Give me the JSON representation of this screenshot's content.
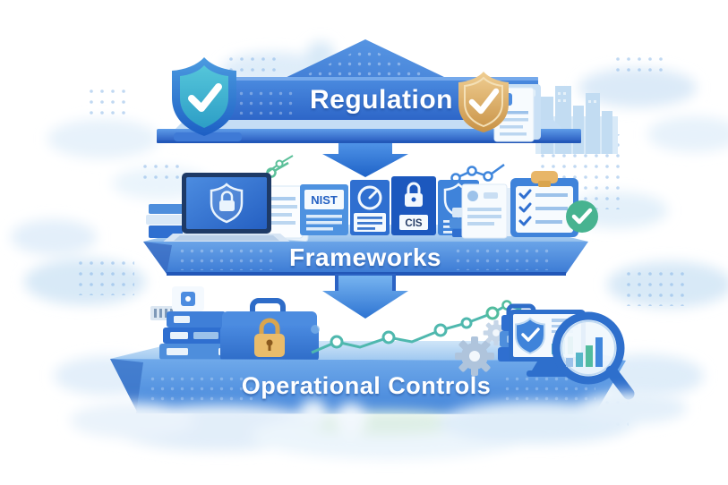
{
  "diagram": {
    "title": "Regulation to Frameworks to Operational Controls hierarchy",
    "type": "tiered-flow-illustration",
    "tiers": [
      {
        "id": "regulation",
        "label": "Regulation"
      },
      {
        "id": "frameworks",
        "label": "Frameworks"
      },
      {
        "id": "operational-controls",
        "label": "Operational Controls"
      }
    ],
    "framework_books": {
      "nist": "NIST",
      "cis": "CIS"
    },
    "icons": [
      "shield-check-icon",
      "gold-certificate-shield-icon",
      "certificate-document-icon",
      "city-skyline-icon",
      "down-arrow-icon",
      "laptop-security-icon",
      "books-stack-icon",
      "documents-icon",
      "nist-book-icon",
      "gauge-book-icon",
      "cis-lock-book-icon",
      "shield-book-icon",
      "profile-document-icon",
      "clipboard-checklist-icon",
      "green-check-circle-icon",
      "server-stack-icon",
      "briefcase-padlock-icon",
      "trend-line-chart-icon",
      "gears-icon",
      "monitor-shield-icon",
      "magnifier-bar-chart-icon",
      "clouds",
      "halftone-dots"
    ],
    "colors": {
      "primary_blue": "#2F6FD0",
      "deep_blue": "#1C58BE",
      "banner_blue": "#3B7CD6",
      "light_blue": "#AFD2F2",
      "sky_blue": "#D9EAF8",
      "teal": "#3AAFC7",
      "green_check": "#47B390",
      "chart_teal": "#4FB8AE",
      "gold": "#E0AC62",
      "text": "#FFFFFF"
    }
  }
}
